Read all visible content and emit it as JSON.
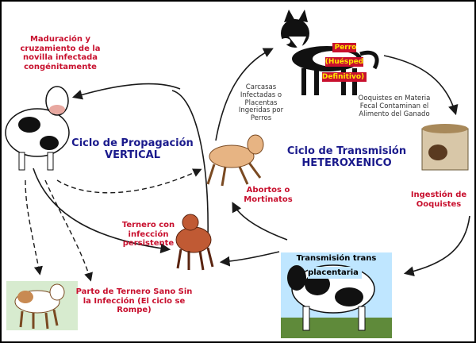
{
  "labels": {
    "maduracion": "Maduración y cruzamiento de la novilla infectada congénitamente",
    "vertical_title_1": "Ciclo de Propagación",
    "vertical_title_2": "VERTICAL",
    "hetero_title_1": "Ciclo de Transmisión",
    "hetero_title_2": "HETEROXENICO",
    "perro": "Perro (Huésped Definitivo)",
    "carcasas": "Carcasas Infectadas o Placentas Ingeridas por Perros",
    "ooquistes": "Ooquistes en Materia Fecal Contaminan el Alimento del Ganado",
    "ingestion": "Ingestión de Ooquistes",
    "abortos": "Abortos o Mortinatos",
    "ternero_infeccion": "Ternero con infección persistente",
    "transmision": "Transmisión trans placentaria",
    "parto_sano": "Parto de Ternero Sano Sin la Infección (El ciclo se Rompe)"
  },
  "colors": {
    "label_red": "#c8102e",
    "title_navy": "#1a1a8c",
    "arrow": "#1a1a1a"
  },
  "icons": [
    "dog-icon",
    "cow-icon",
    "calf-icon",
    "feed-icon"
  ]
}
